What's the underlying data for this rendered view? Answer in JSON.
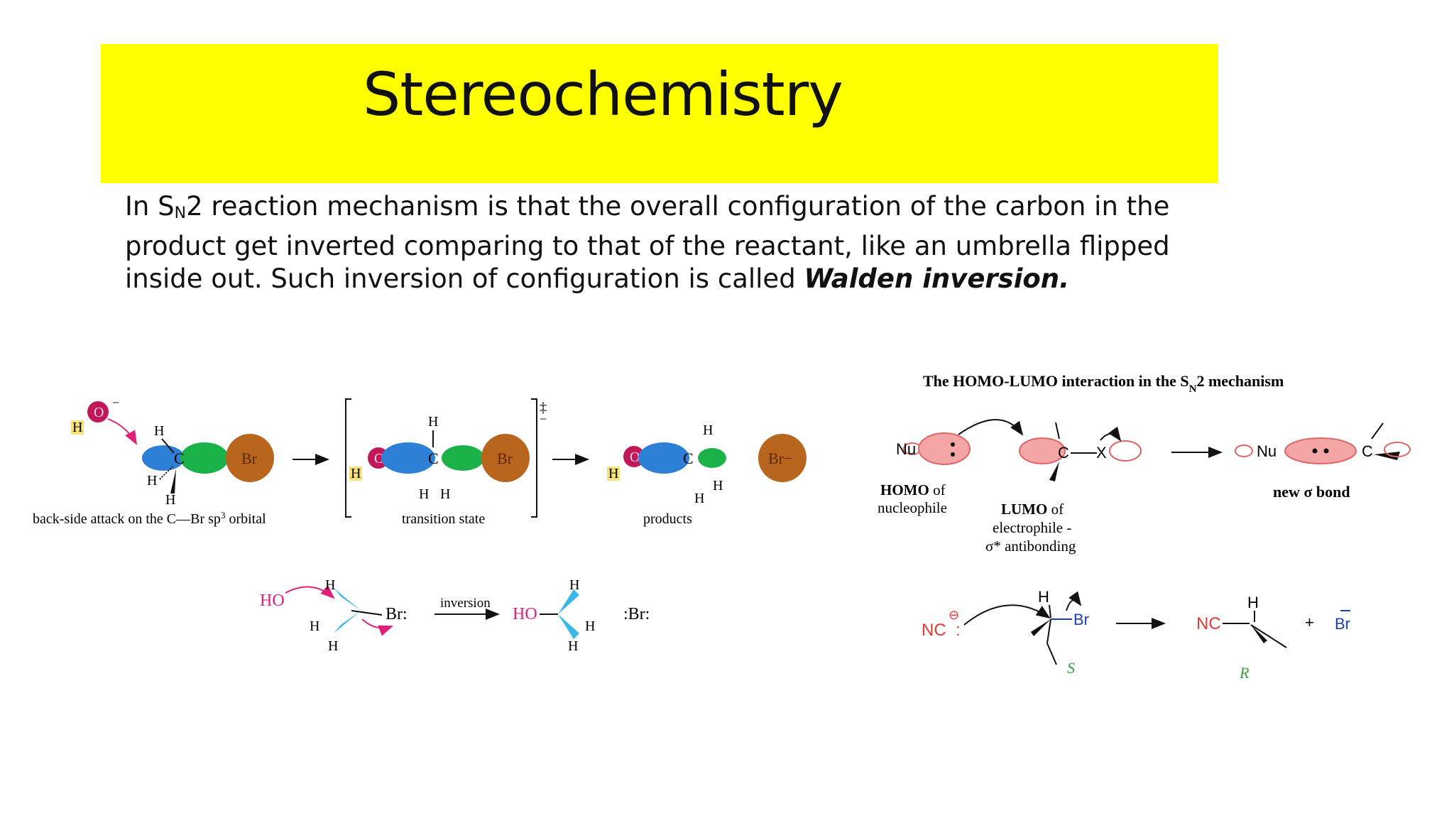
{
  "slide": {
    "title": "Stereochemistry",
    "para_part1": "In S",
    "para_sub": "N",
    "para_part2": "2 reaction mechanism is that the overall configuration of the carbon in the product get inverted comparing to that of the reactant, like an umbrella flipped inside out. Such inversion of configuration is called ",
    "para_emphasis": "Walden inversion",
    "para_end": "."
  },
  "left_figure": {
    "caption_attack": "back-side attack on the C—Br sp",
    "caption_attack_sup": "3",
    "caption_attack_end": " orbital",
    "caption_ts": "transition state",
    "caption_products": "products",
    "dagger": "‡",
    "O": "O",
    "H": "H",
    "C": "C",
    "Br": "Br",
    "Br_minus": "Br−",
    "minus": "−",
    "inversion_label": "inversion",
    "HO": "HO",
    "Br_colon": "Br:",
    "Br_ion": ":Br:"
  },
  "right_figure": {
    "header": "The HOMO-LUMO interaction in the S",
    "header_sub": "N",
    "header_end": "2 mechanism",
    "nu": "Nu",
    "c": "C",
    "x": "X",
    "homo_bold": "HOMO",
    "homo_rest": " of",
    "homo_line2": "nucleophile",
    "lumo_bold": "LUMO",
    "lumo_rest": " of",
    "lumo_line2": "electrophile -",
    "lumo_line3": "σ* antibonding",
    "new_bond": "new σ bond",
    "nc": "NC",
    "h": "H",
    "br": "Br",
    "plus": "+",
    "s_label": "S",
    "r_label": "R",
    "minus_sign": "⊖"
  },
  "colors": {
    "title_bg": "#ffff00",
    "orbital_blue": "#2e7fd6",
    "orbital_green": "#1bb24a",
    "bromine": "#b8651e",
    "oxygen": "#c2185b",
    "lobe_pink": "#f4a6a6",
    "label_red": "#e53935",
    "label_blue": "#1e3fae",
    "label_green": "#3aa043",
    "ho_magenta": "#e0207a",
    "cyan_wedge": "#39b8e8"
  }
}
